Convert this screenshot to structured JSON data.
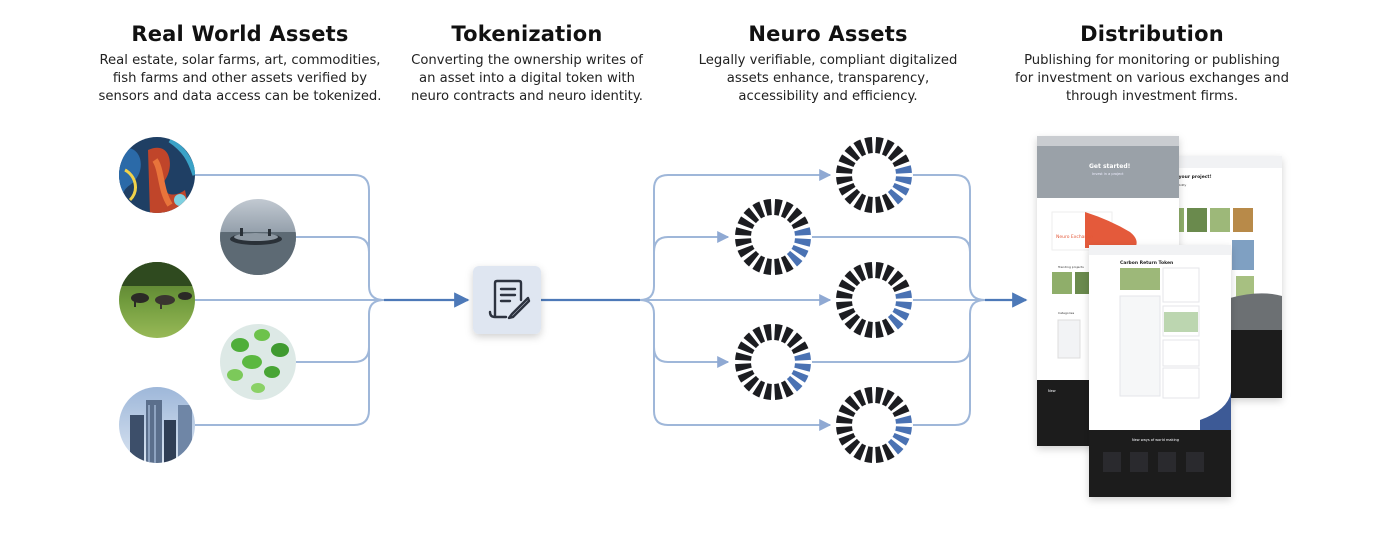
{
  "columns": [
    {
      "title": "Real World Assets",
      "lines": [
        "Real estate, solar farms, art, commodities,",
        "fish farms and other assets verified by",
        "sensors and data access can be tokenized."
      ]
    },
    {
      "title": "Tokenization",
      "lines": [
        "Converting the ownership writes of",
        "an asset into a digital token with",
        "neuro contracts and neuro identity."
      ]
    },
    {
      "title": "Neuro Assets",
      "lines": [
        "Legally verifiable, compliant digitalized",
        "assets enhance, transparency,",
        "accessibility and efficiency."
      ]
    },
    {
      "title": "Distribution",
      "lines": [
        "Publishing for monitoring or publishing",
        "for investment on various exchanges and",
        "through investment firms."
      ]
    }
  ],
  "assets": [
    {
      "name": "abstract-art-image"
    },
    {
      "name": "fish-farm-image"
    },
    {
      "name": "cattle-farm-image"
    },
    {
      "name": "green-leaves-image"
    },
    {
      "name": "skyscrapers-image"
    }
  ],
  "tokenization_icon": "contract-pen-icon",
  "neuro_asset_icon": "token-ring-icon",
  "screenshots": {
    "back_left": {
      "hero_title": "Get started!",
      "hero_sub": "Invest in a project",
      "brand": "Neuro Exchange",
      "section": "Trending projects",
      "section2": "Categories",
      "footer": "New"
    },
    "back_right": {
      "title": "Find your project!",
      "filter": "Sustainability"
    },
    "front": {
      "title": "Carbon Return Token",
      "footer": "New ways of world making"
    }
  },
  "colors": {
    "connector": "#9fb7d9",
    "main_arrow": "#4d79b8",
    "ring_dark": "#1c1d21",
    "ring_blue": "#4a72b3",
    "token_tile": "#dfe6f1",
    "token_icon": "#2d3340"
  }
}
